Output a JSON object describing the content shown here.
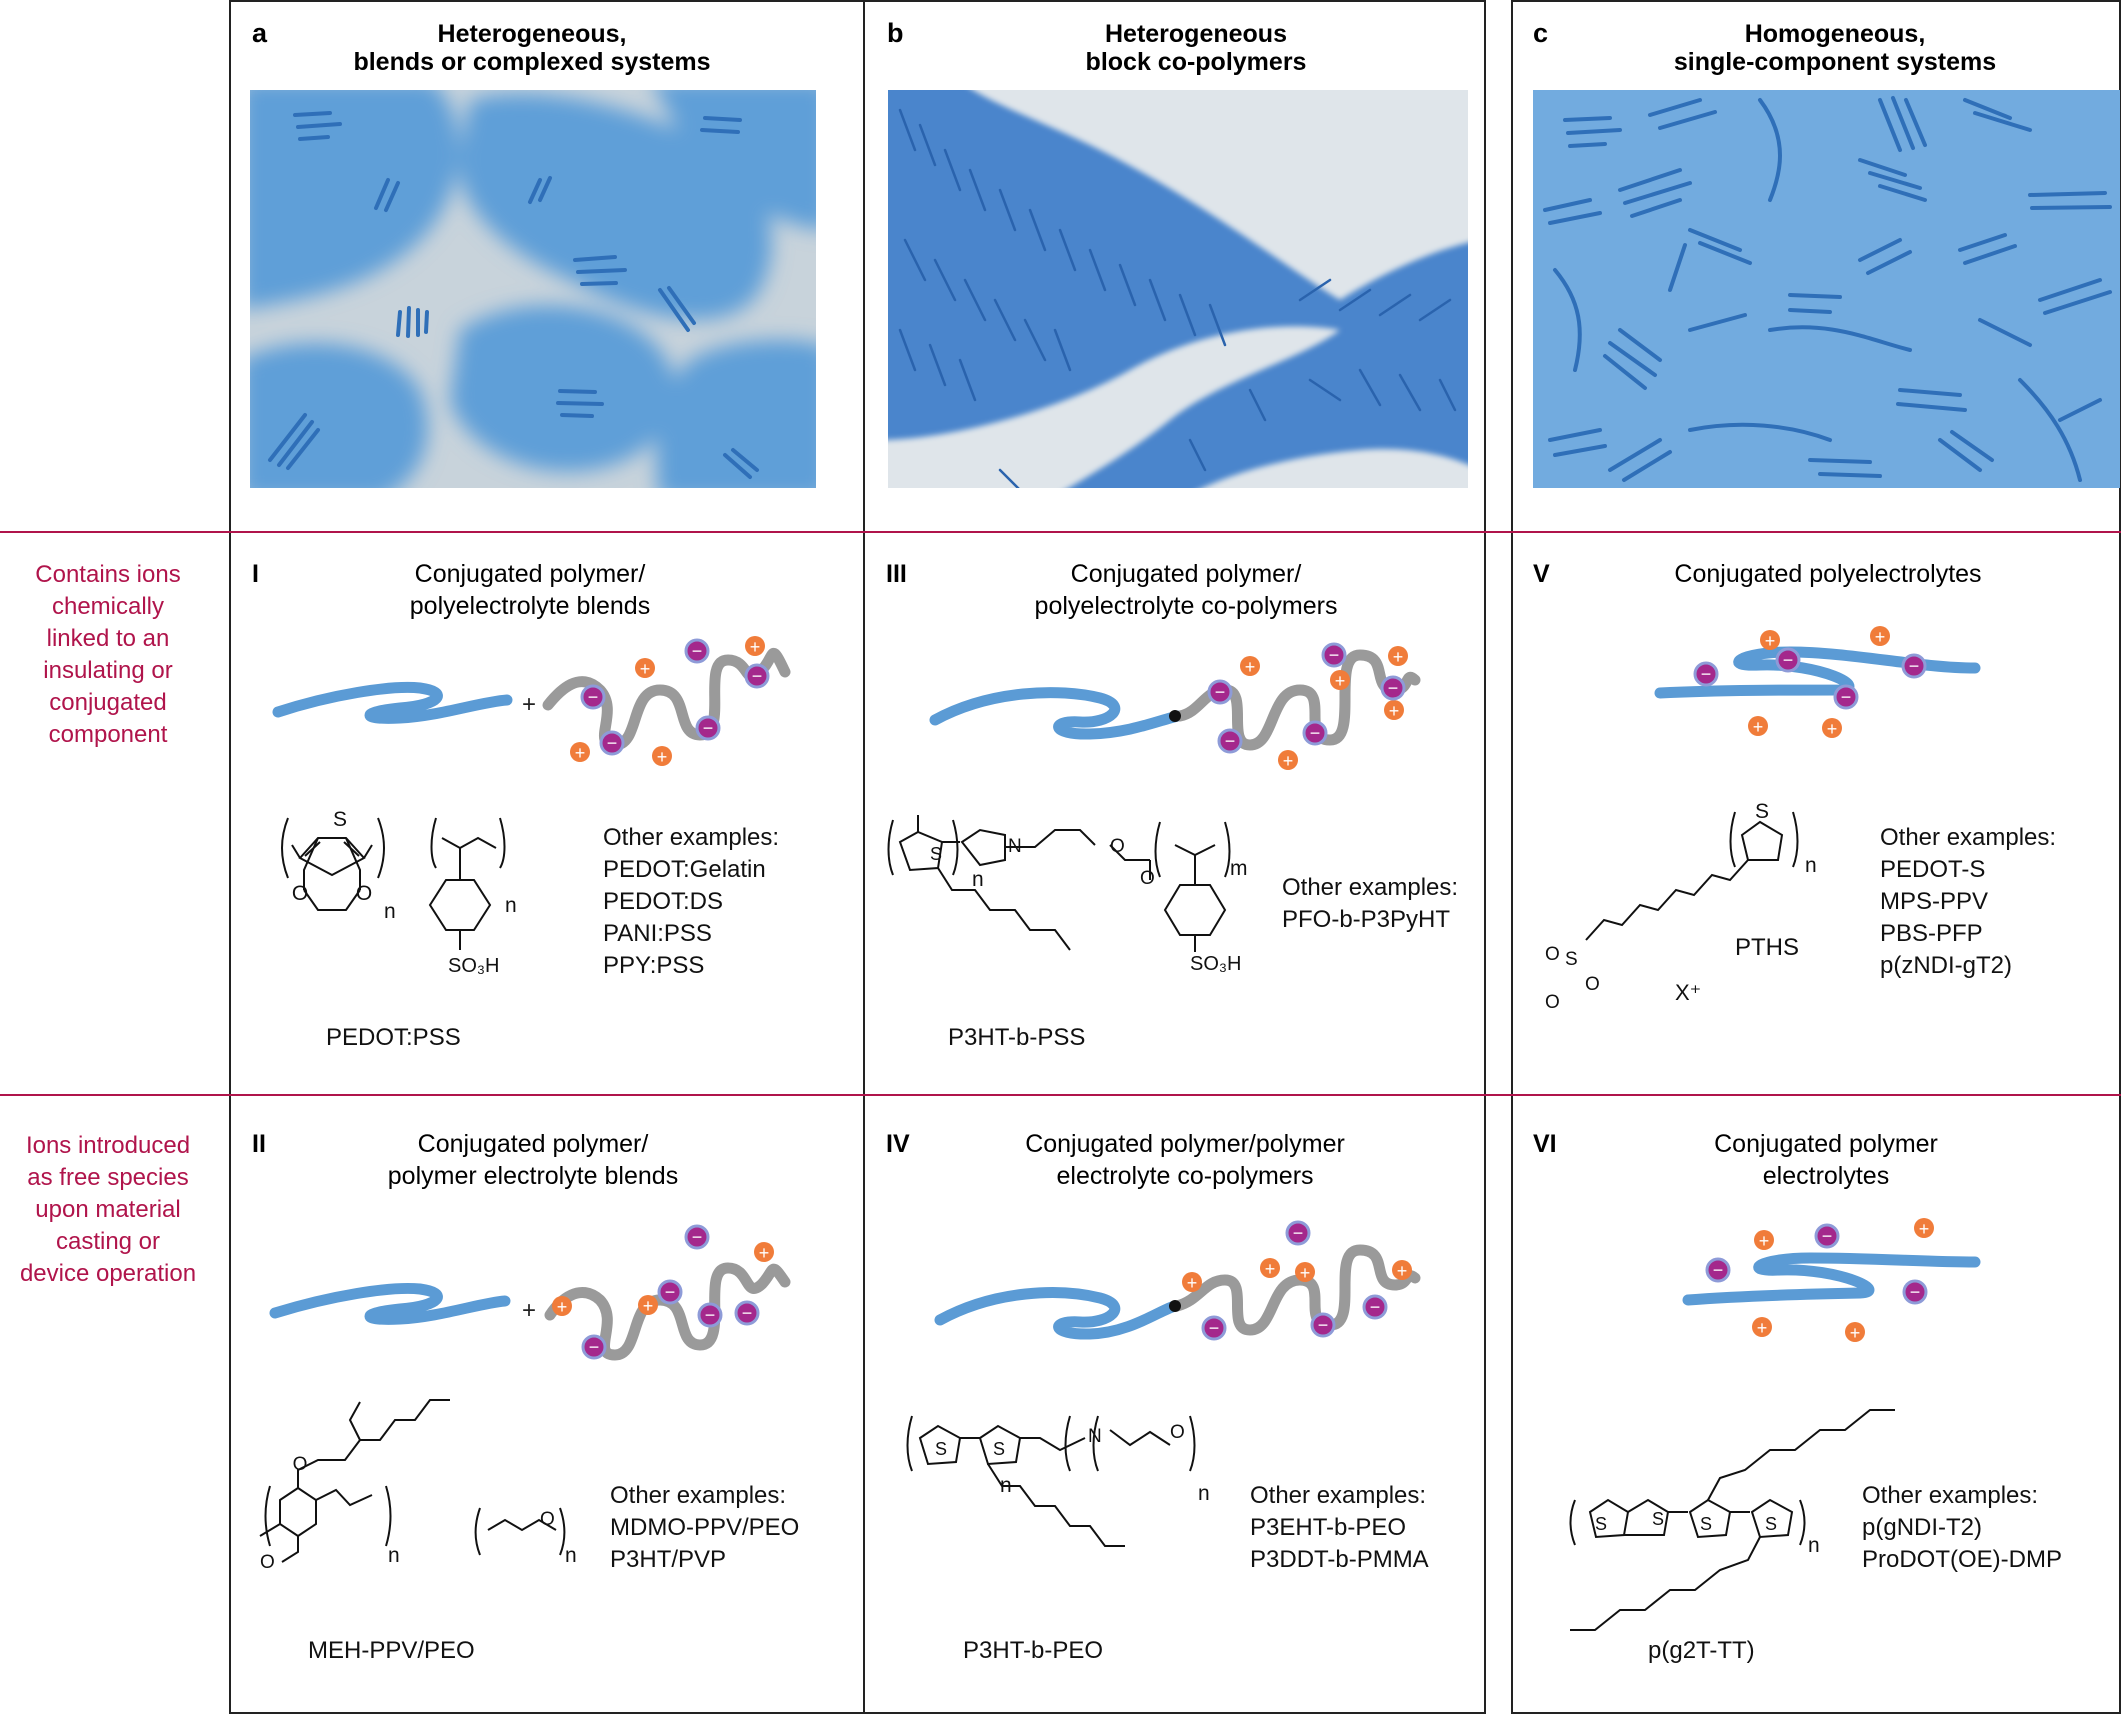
{
  "columns": [
    {
      "letter": "a",
      "title_line1": "Heterogeneous,",
      "title_line2": "blends or complexed systems"
    },
    {
      "letter": "b",
      "title_line1": "Heterogeneous",
      "title_line2": "block co-polymers"
    },
    {
      "letter": "c",
      "title_line1": "Homogeneous,",
      "title_line2": "single-component systems"
    }
  ],
  "row_labels": [
    {
      "lines": [
        "Contains ions",
        "chemically",
        "linked to an",
        "insulating or",
        "conjugated",
        "component"
      ]
    },
    {
      "lines": [
        "Ions introduced",
        "as free species",
        "upon material",
        "casting or",
        "device operation"
      ]
    }
  ],
  "cells": {
    "I": {
      "roman": "I",
      "title_line1": "Conjugated polymer/",
      "title_line2": "polyelectrolyte blends",
      "name": "PEDOT:PSS",
      "examples_heading": "Other examples:",
      "examples": [
        "PEDOT:Gelatin",
        "PEDOT:DS",
        "PANI:PSS",
        "PPY:PSS"
      ]
    },
    "II": {
      "roman": "II",
      "title_line1": "Conjugated polymer/",
      "title_line2": "polymer electrolyte blends",
      "name": "MEH-PPV/PEO",
      "examples_heading": "Other examples:",
      "examples": [
        "MDMO-PPV/PEO",
        "P3HT/PVP"
      ]
    },
    "III": {
      "roman": "III",
      "title_line1": "Conjugated polymer/",
      "title_line2": "polyelectrolyte co-polymers",
      "name": "P3HT-b-PSS",
      "examples_heading": "Other examples:",
      "examples": [
        "PFO-b-P3PyHT"
      ]
    },
    "IV": {
      "roman": "IV",
      "title_line1": "Conjugated polymer/polymer",
      "title_line2": "electrolyte co-polymers",
      "name": "P3HT-b-PEO",
      "examples_heading": "Other examples:",
      "examples": [
        "P3EHT-b-PEO",
        "P3DDT-b-PMMA"
      ]
    },
    "V": {
      "roman": "V",
      "title_line1": "Conjugated polyelectrolytes",
      "title_line2": "",
      "name": "PTHS",
      "counterion": "X⁺",
      "examples_heading": "Other examples:",
      "examples": [
        "PEDOT-S",
        "MPS-PPV",
        "PBS-PFP",
        "p(zNDI-gT2)"
      ]
    },
    "VI": {
      "roman": "VI",
      "title_line1": "Conjugated polymer",
      "title_line2": "electrolytes",
      "name": "p(g2T-TT)",
      "examples_heading": "Other examples:",
      "examples": [
        "p(gNDI-T2)",
        "ProDOT(OE)-DMP"
      ]
    }
  },
  "atoms": {
    "S": "S",
    "O": "O",
    "N": "N",
    "n": "n",
    "m": "m",
    "so3h": "SO₃H",
    "plus": "+",
    "minus": "−"
  },
  "colors": {
    "row_label": "#b0144b",
    "divider": "#b0144b",
    "conjugated": "#5b9bd5",
    "insulating": "#9a9a9a",
    "cation": "#f07c3a",
    "anion": "#a4288c",
    "anion_ring": "#8e9bd8",
    "domain_blue": "#5f9fd8",
    "domain_gray": "#c8d3db",
    "block_blue": "#4a85cc",
    "homo_blue": "#72abdf",
    "crystallite": "#2f6fb8"
  }
}
